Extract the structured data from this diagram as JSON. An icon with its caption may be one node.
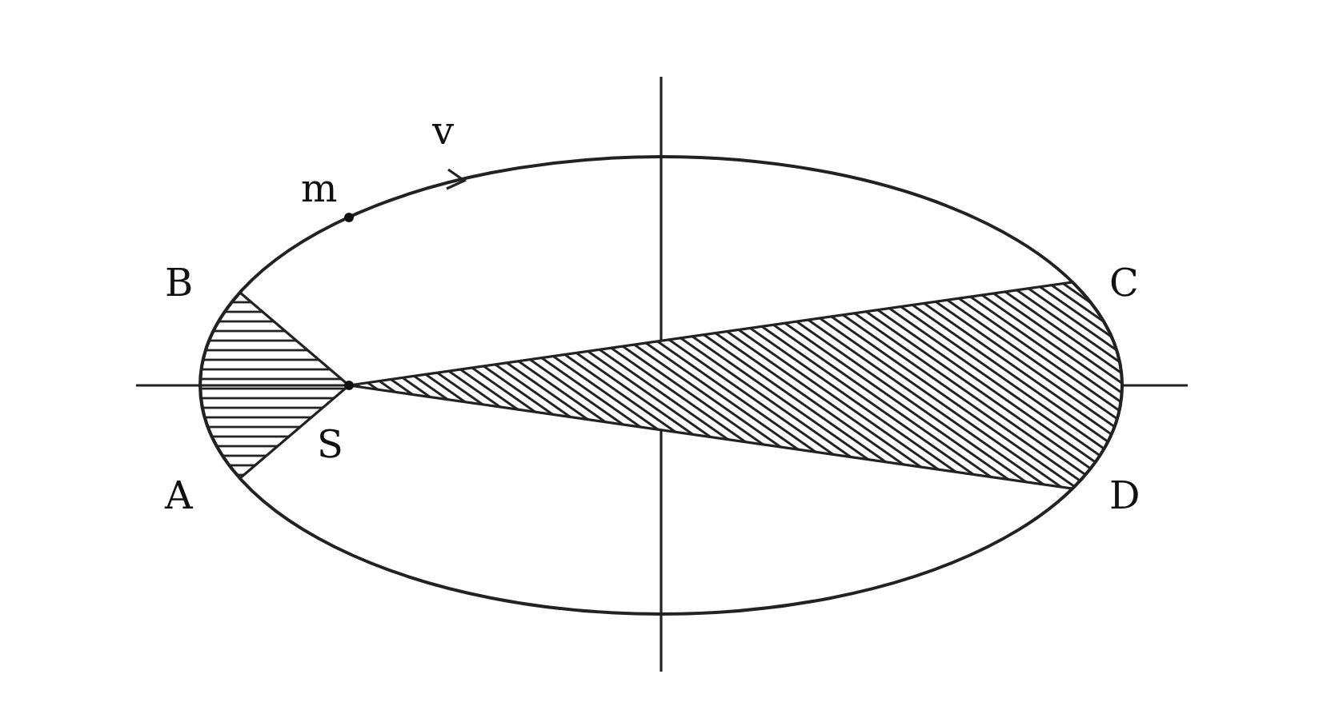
{
  "diagram": {
    "labels": [
      "v",
      "m",
      "B",
      "C",
      "S",
      "A",
      "D"
    ]
  }
}
